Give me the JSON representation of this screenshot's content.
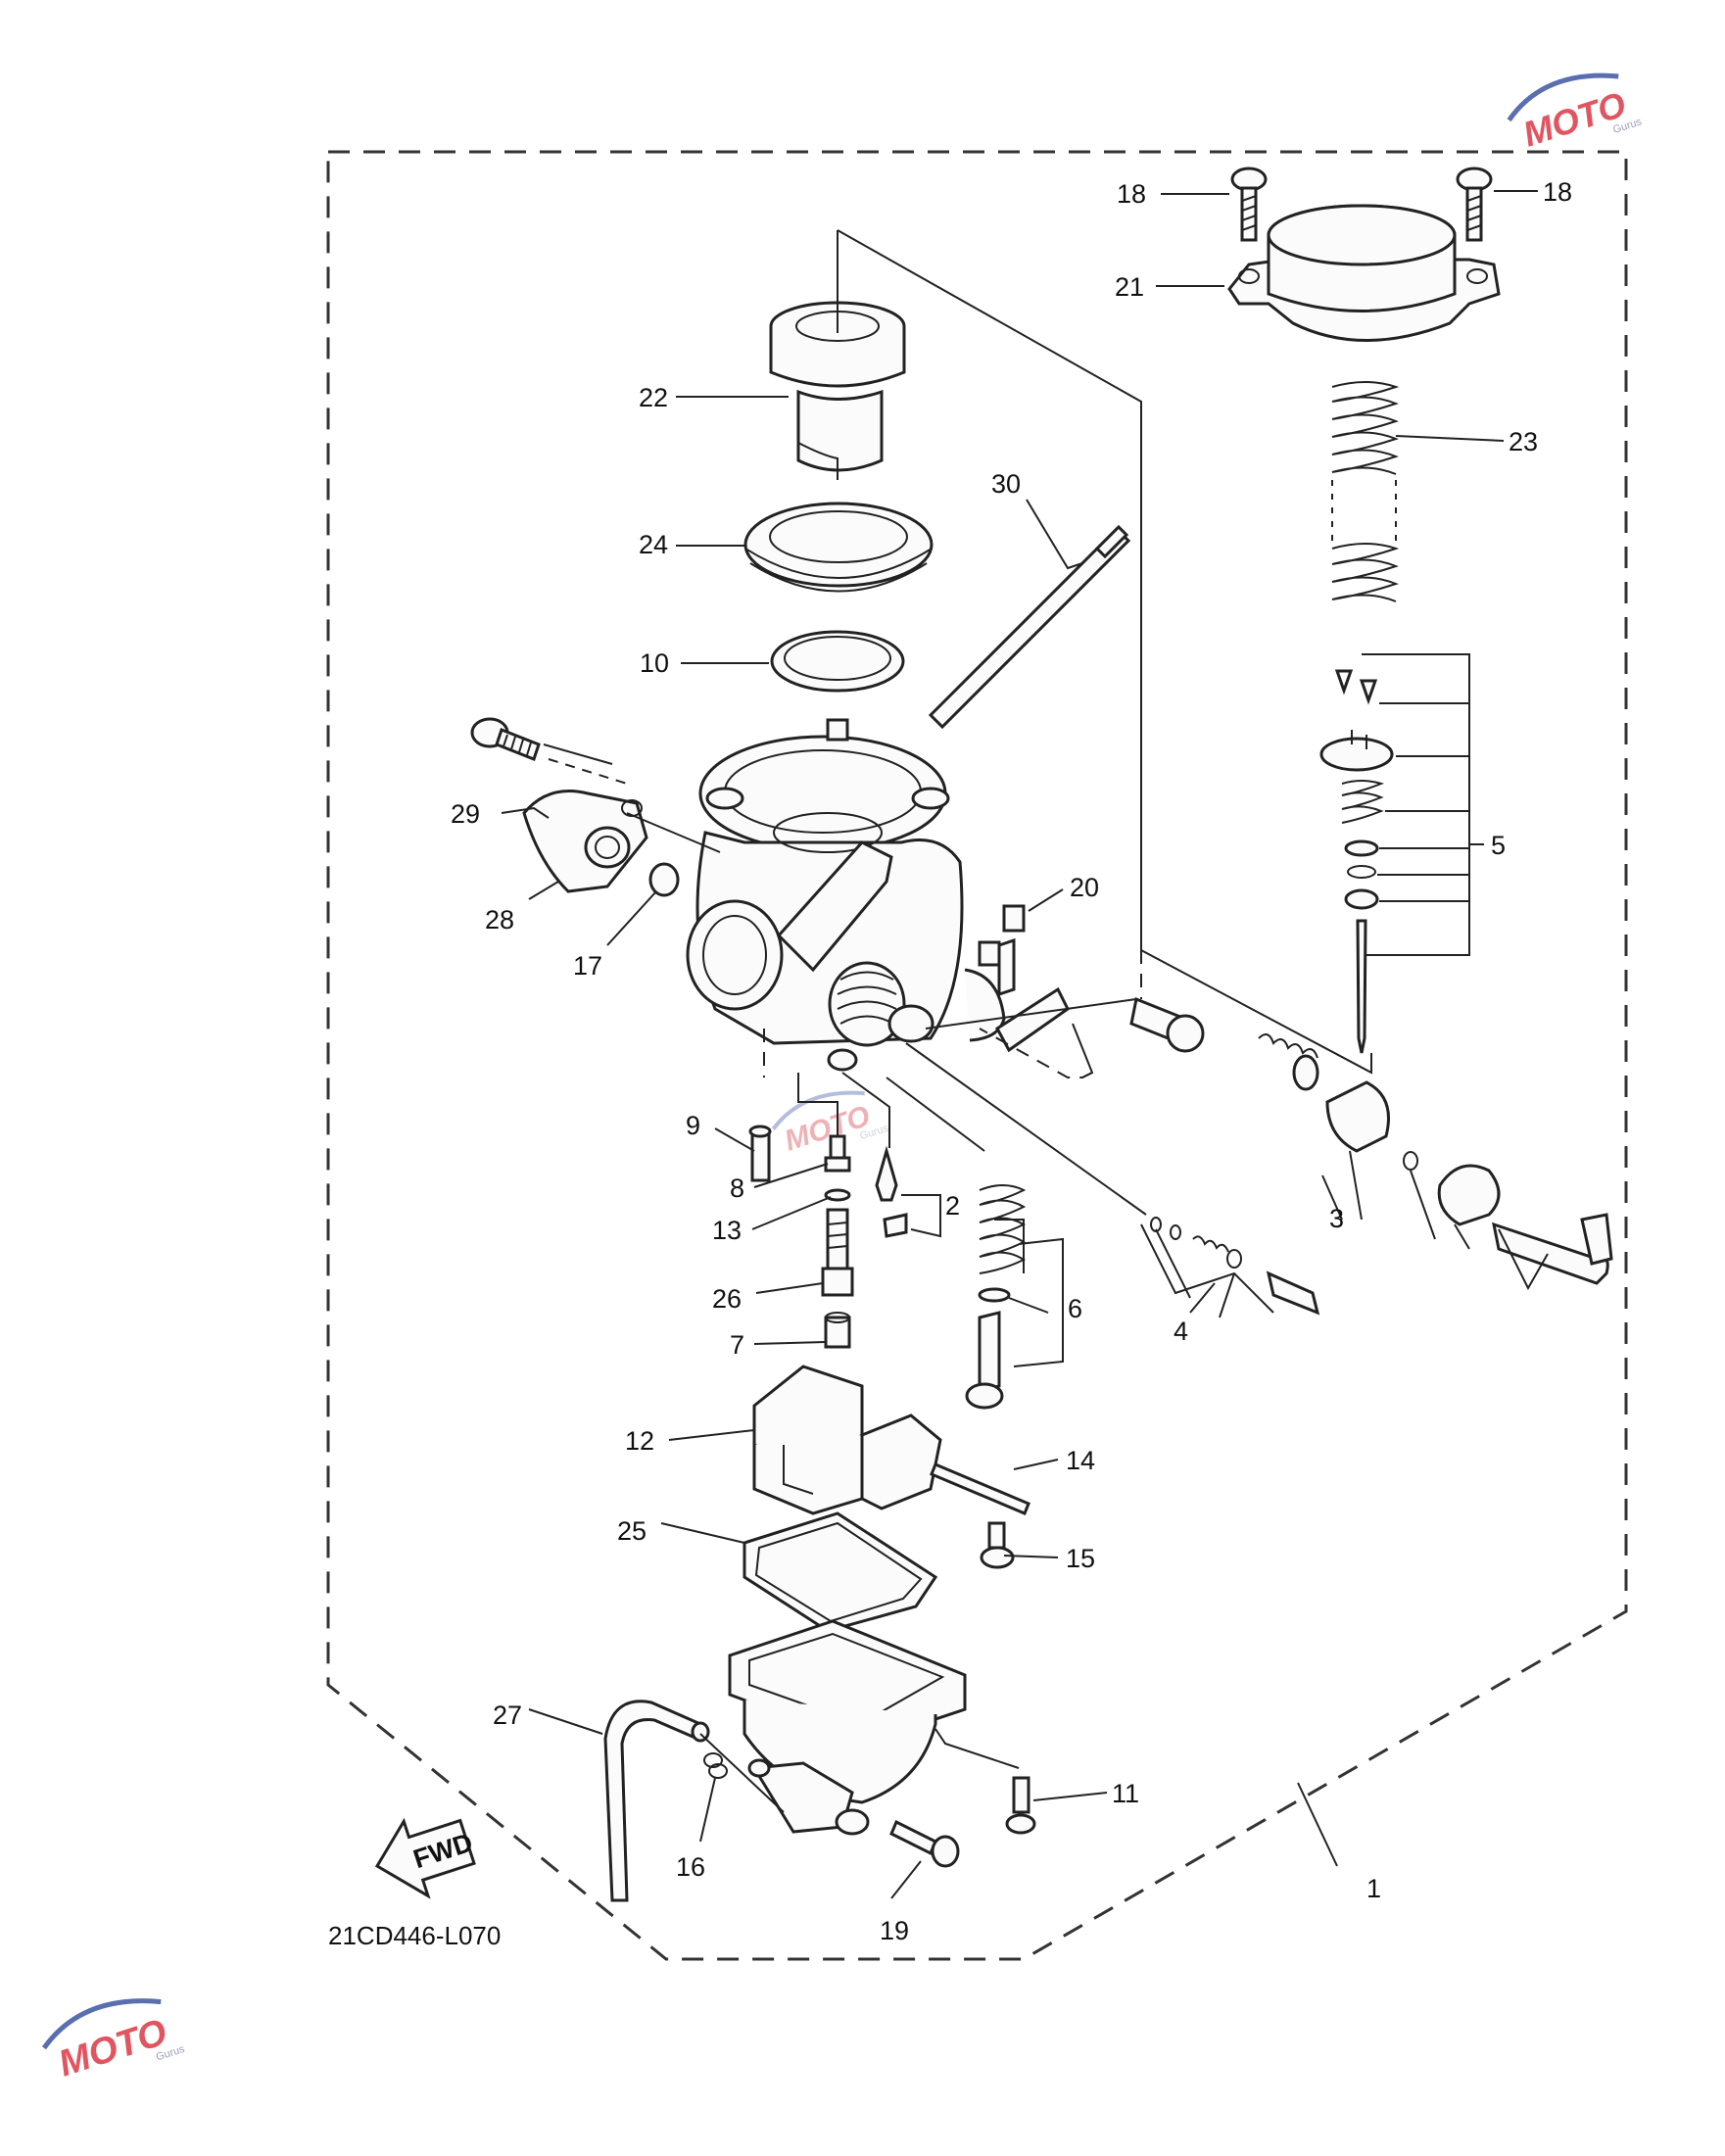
{
  "diagram": {
    "code": "21CD446-L070",
    "fwd": "FWD",
    "labels": [
      {
        "id": "1",
        "text": "1"
      },
      {
        "id": "2",
        "text": "2"
      },
      {
        "id": "3",
        "text": "3"
      },
      {
        "id": "4",
        "text": "4"
      },
      {
        "id": "5",
        "text": "5"
      },
      {
        "id": "6",
        "text": "6"
      },
      {
        "id": "7",
        "text": "7"
      },
      {
        "id": "8",
        "text": "8"
      },
      {
        "id": "9",
        "text": "9"
      },
      {
        "id": "10",
        "text": "10"
      },
      {
        "id": "11",
        "text": "11"
      },
      {
        "id": "12",
        "text": "12"
      },
      {
        "id": "13",
        "text": "13"
      },
      {
        "id": "14",
        "text": "14"
      },
      {
        "id": "15",
        "text": "15"
      },
      {
        "id": "16",
        "text": "16"
      },
      {
        "id": "17",
        "text": "17"
      },
      {
        "id": "18a",
        "text": "18"
      },
      {
        "id": "18b",
        "text": "18"
      },
      {
        "id": "19",
        "text": "19"
      },
      {
        "id": "20",
        "text": "20"
      },
      {
        "id": "21",
        "text": "21"
      },
      {
        "id": "22",
        "text": "22"
      },
      {
        "id": "23",
        "text": "23"
      },
      {
        "id": "24",
        "text": "24"
      },
      {
        "id": "25",
        "text": "25"
      },
      {
        "id": "26",
        "text": "26"
      },
      {
        "id": "27",
        "text": "27"
      },
      {
        "id": "28",
        "text": "28"
      },
      {
        "id": "29",
        "text": "29"
      },
      {
        "id": "30",
        "text": "30"
      }
    ]
  },
  "watermark": {
    "brand": "MOTO",
    "sub": "Gurus",
    "colors": {
      "red": "#e05560",
      "blue": "#5a6fb0"
    }
  }
}
